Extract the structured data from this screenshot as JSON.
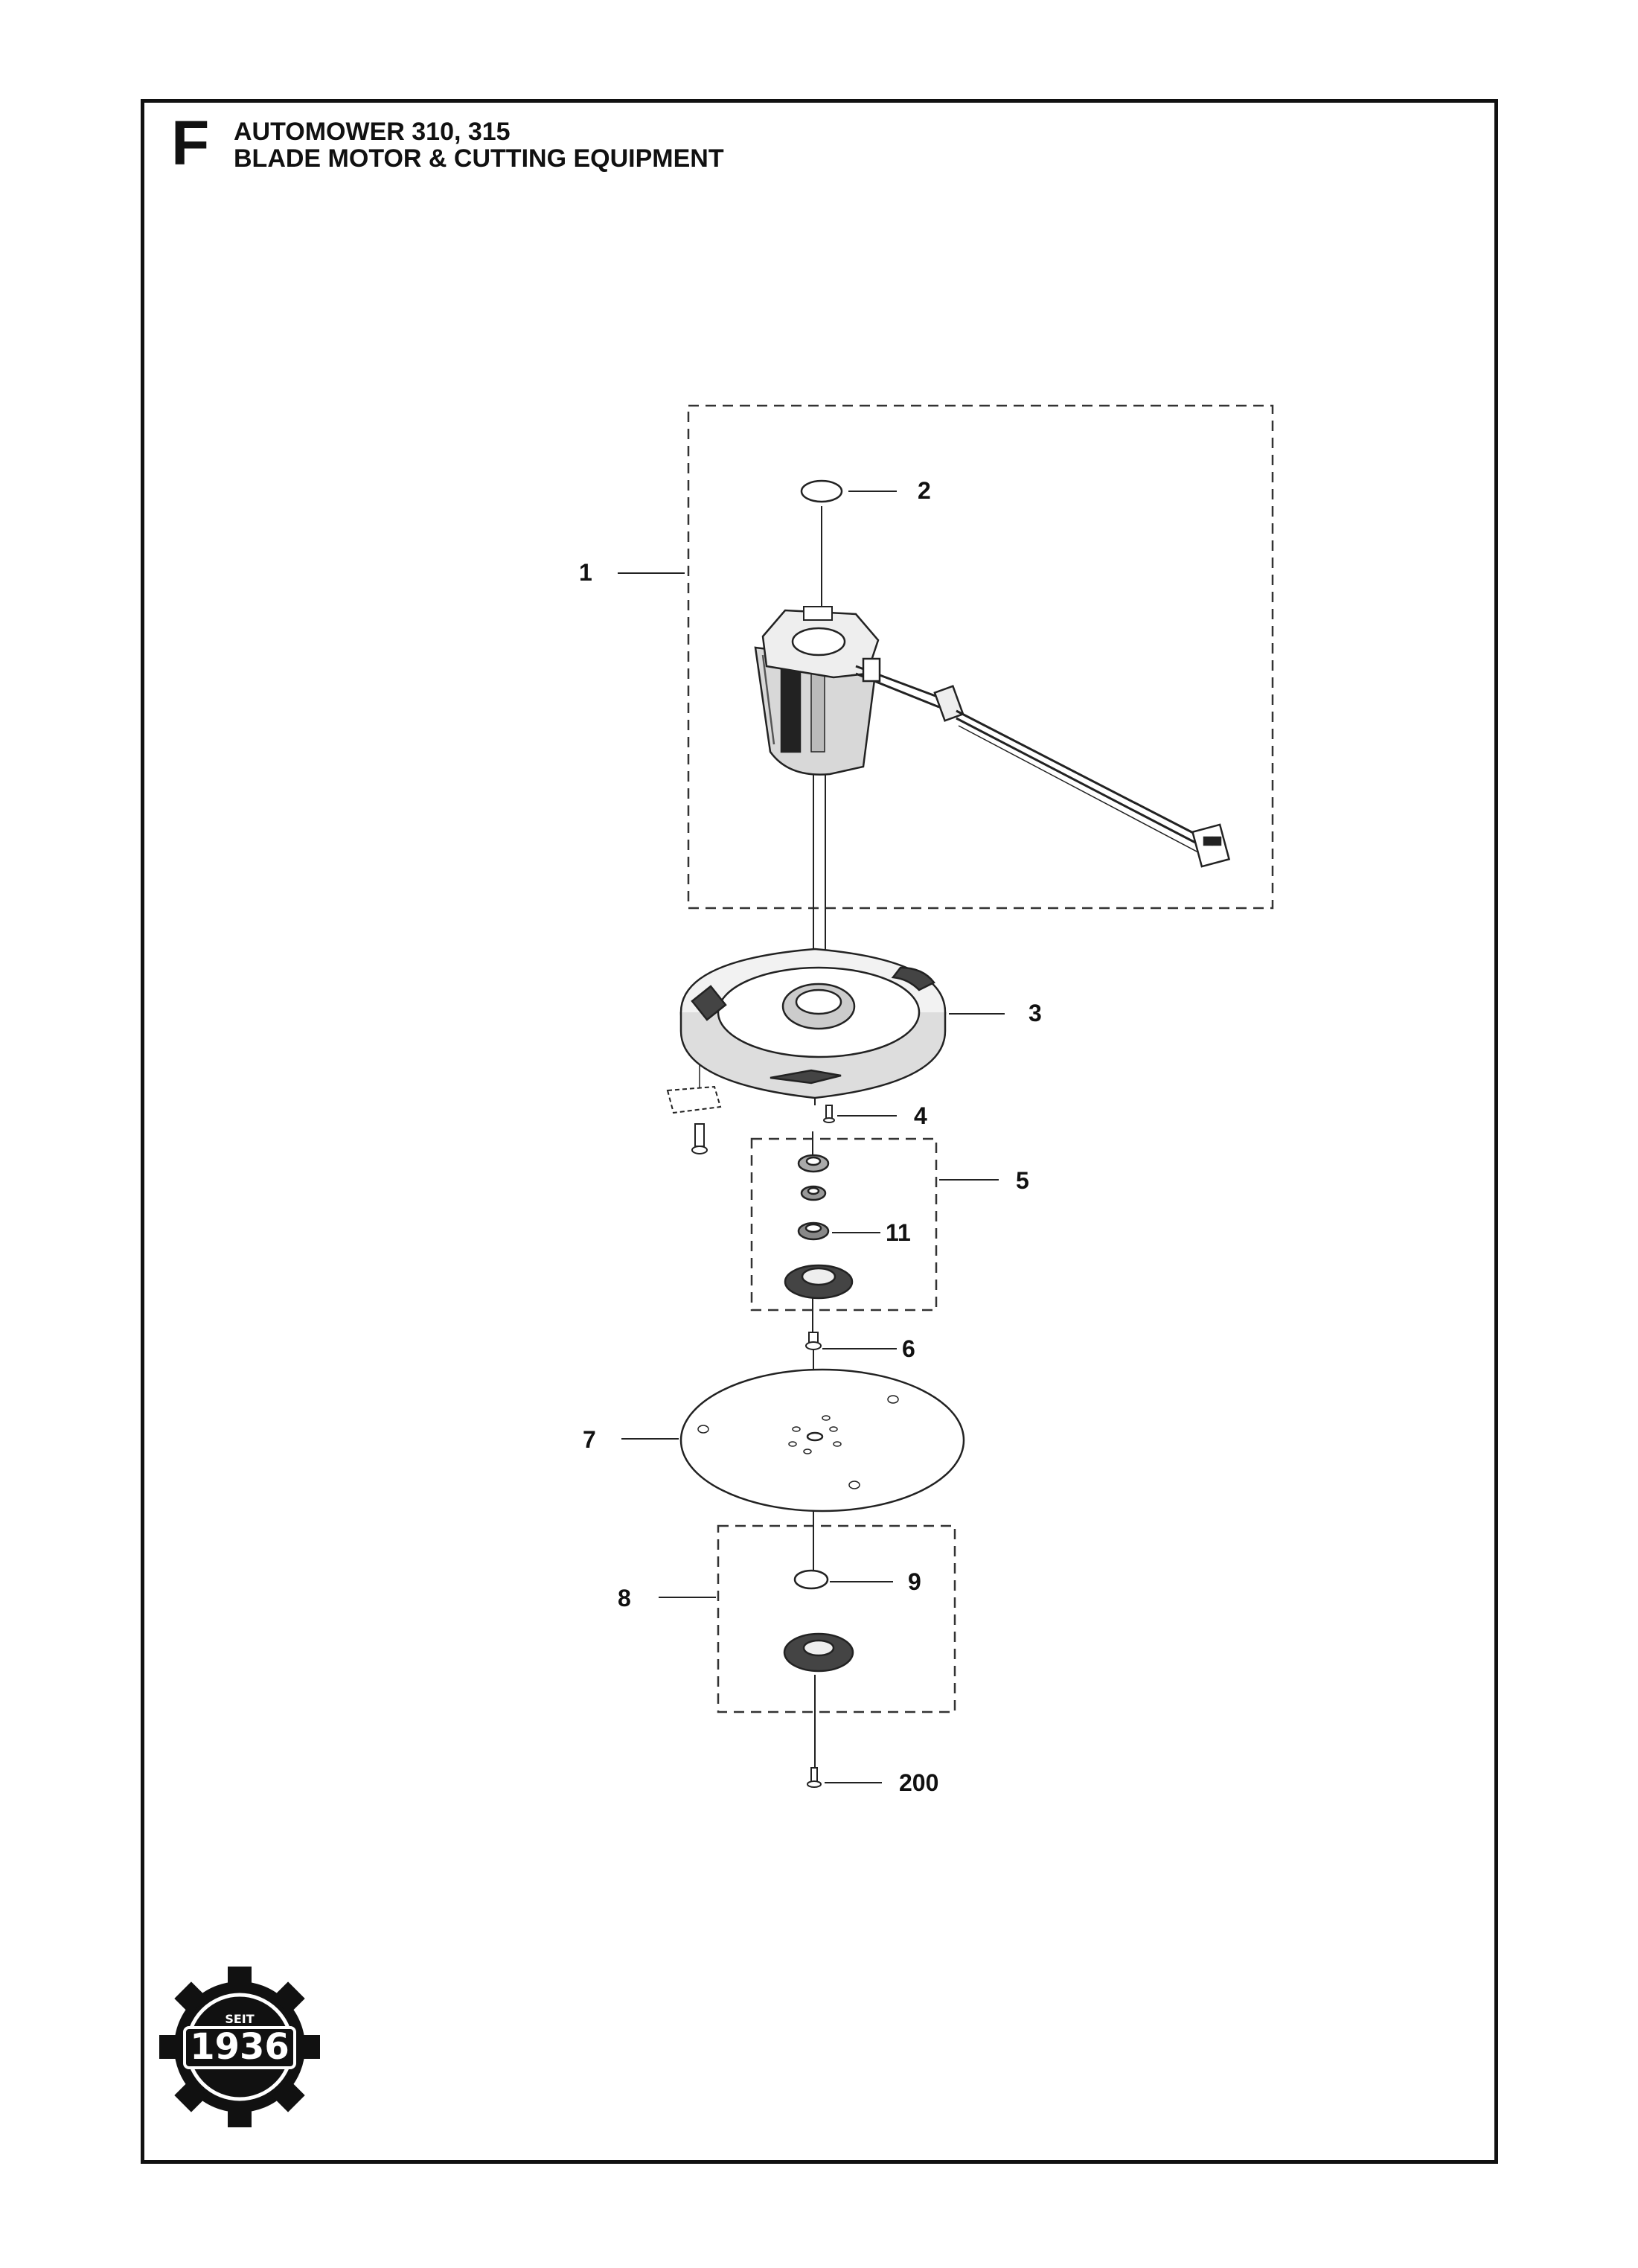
{
  "header": {
    "section": "F",
    "title_line1": "AUTOMOWER 310, 315",
    "title_line2": "BLADE MOTOR & CUTTING EQUIPMENT"
  },
  "callouts": [
    "1",
    "2",
    "3",
    "4",
    "5",
    "11",
    "6",
    "7",
    "8",
    "9",
    "200"
  ],
  "stamp": {
    "top_text": "SEIT",
    "year": "1936"
  }
}
